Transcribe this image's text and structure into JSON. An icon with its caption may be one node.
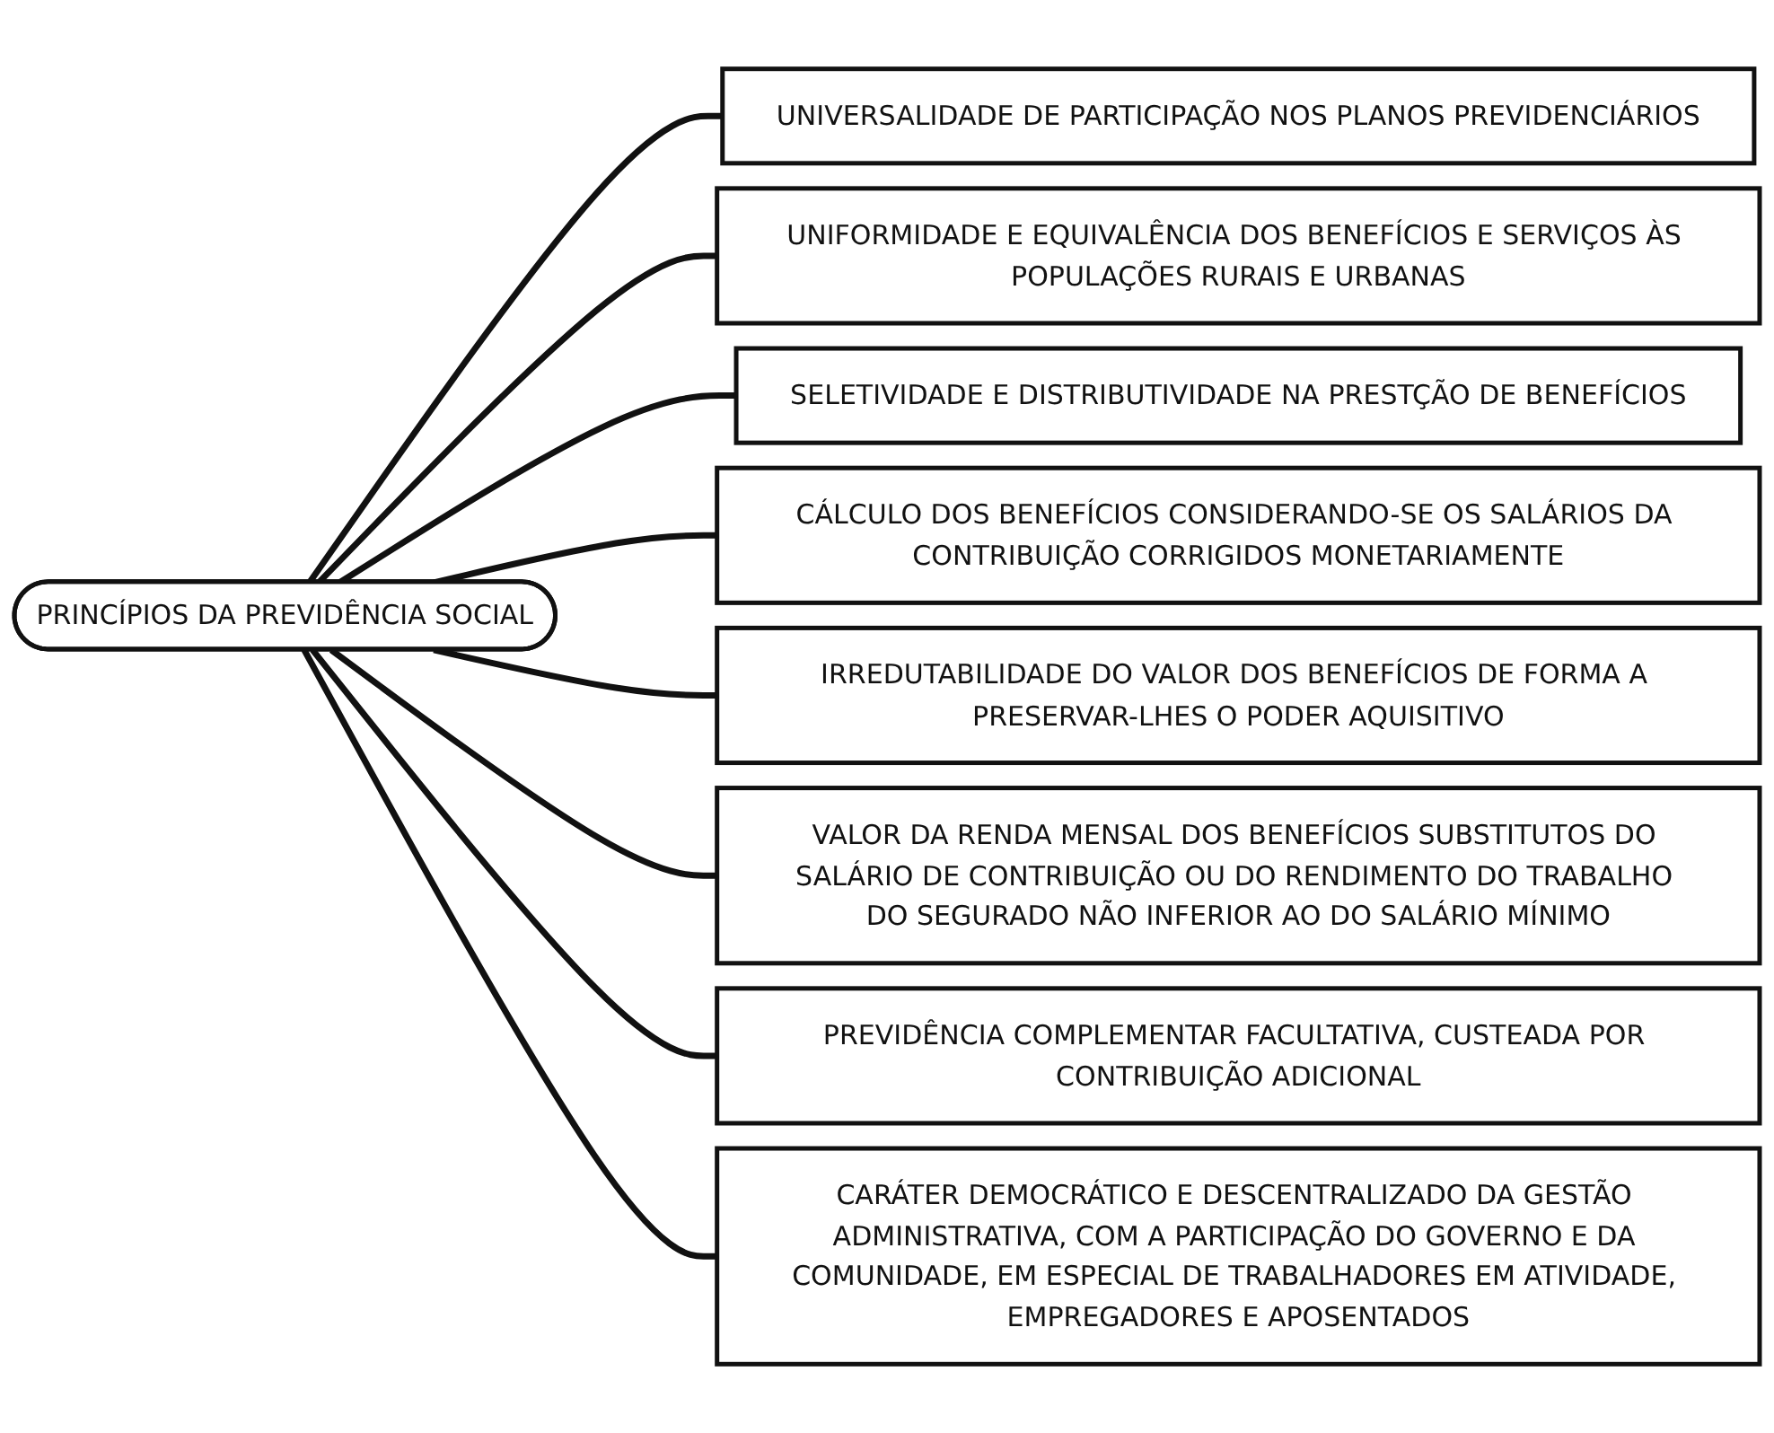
{
  "diagram": {
    "nodes": [
      {
        "text": [
          "PRINCÍPIOS DA PREVIDÊNCIA SOCIAL"
        ]
      },
      {
        "text": [
          "UNIVERSALIDADE DE PARTICIPAÇÃO NOS PLANOS PREVIDENCIÁRIOS"
        ]
      },
      {
        "text": [
          "UNIFORMIDADE E EQUIVALÊNCIA DOS BENEFÍCIOS E SERVIÇOS ÀS POPULAÇÕES RURAIS E URBANAS"
        ]
      },
      {
        "text": [
          "SELETIVIDADE E DISTRIBUTIVIDADE NA PRESTÇÃO DE BENEFÍCIOS"
        ]
      },
      {
        "text": [
          "CÁLCULO DOS BENEFÍCIOS CONSIDERANDO-SE OS SALÁRIOS DA CONTRIBUIÇÃO CORRIGIDOS MONETARIAMENTE"
        ]
      },
      {
        "text": [
          "IRREDUTABILIDADE DO VALOR DOS BENEFÍCIOS DE FORMA A PRESERVAR-LHES O PODER AQUISITIVO"
        ]
      },
      {
        "text": [
          "VALOR DA RENDA MENSAL DOS BENEFÍCIOS SUBSTITUTOS DO SALÁRIO DE CONTRIBUIÇÃO OU DO RENDIMENTO DO TRABALHO DO SEGURADO NÃO INFERIOR AO DO SALÁRIO MÍNIMO"
        ]
      },
      {
        "text": [
          "PREVIDÊNCIA COMPLEMENTAR FACULTATIVA, CUSTEADA POR CONTRIBUIÇÃO ADICIONAL"
        ]
      },
      {
        "text": [
          "CARÁTER DEMOCRÁTICO E DESCENTRALIZADO DA GESTÃO ADMINISTRATIVA, COM A PARTICIPAÇÃO DO GOVERNO E DA COMUNIDADE, EM ESPECIAL DE TRABALHADORES EM ATIVIDADE, EMPREGADORES E APOSENTADOS"
        ]
      }
    ],
    "edges": [
      {
        "from": 0,
        "to": 1,
        "arrow": "none"
      },
      {
        "from": 0,
        "to": 2,
        "arrow": "none"
      },
      {
        "from": 0,
        "to": 3,
        "arrow": "none"
      },
      {
        "from": 0,
        "to": 4,
        "arrow": "none"
      },
      {
        "from": 0,
        "to": 5,
        "arrow": "none"
      },
      {
        "from": 0,
        "to": 6,
        "arrow": "none"
      },
      {
        "from": 0,
        "to": 7,
        "arrow": "none"
      },
      {
        "from": 0,
        "to": 8,
        "arrow": "none"
      }
    ]
  }
}
